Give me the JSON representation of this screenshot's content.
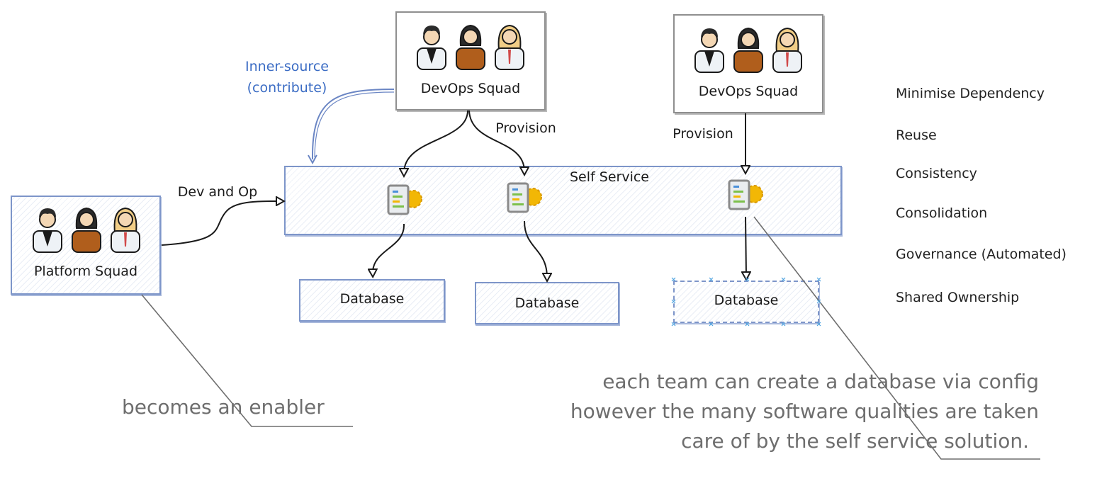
{
  "squads": {
    "devops_1": "DevOps Squad",
    "devops_2": "DevOps Squad",
    "platform": "Platform Squad"
  },
  "self_service": {
    "title": "Self Service"
  },
  "databases": [
    "Database",
    "Database",
    "Database"
  ],
  "connectors": {
    "inner_source_line1": "Inner-source",
    "inner_source_line2": "(contribute)",
    "provision_1": "Provision",
    "provision_2": "Provision",
    "dev_and_op": "Dev and Op"
  },
  "qualities": [
    "Minimise Dependency",
    "Reuse",
    "Consistency",
    "Consolidation",
    "Governance (Automated)",
    "Shared Ownership"
  ],
  "notes": {
    "enabler": "becomes an enabler",
    "config_line1": "each team can create a database via config",
    "config_line2": "however the many software qualities are taken",
    "config_line3": "care of by the self service solution."
  },
  "colors": {
    "box_border_blue": "#7d95c9",
    "box_border_dark": "#8f8f8f",
    "inner_source_text": "#3b6cc4",
    "note_text": "#6e6e6e",
    "gear": "#f2b705"
  },
  "icons": [
    "person-male-icon",
    "person-female-icon",
    "person-blonde-icon",
    "config-gear-icon"
  ]
}
